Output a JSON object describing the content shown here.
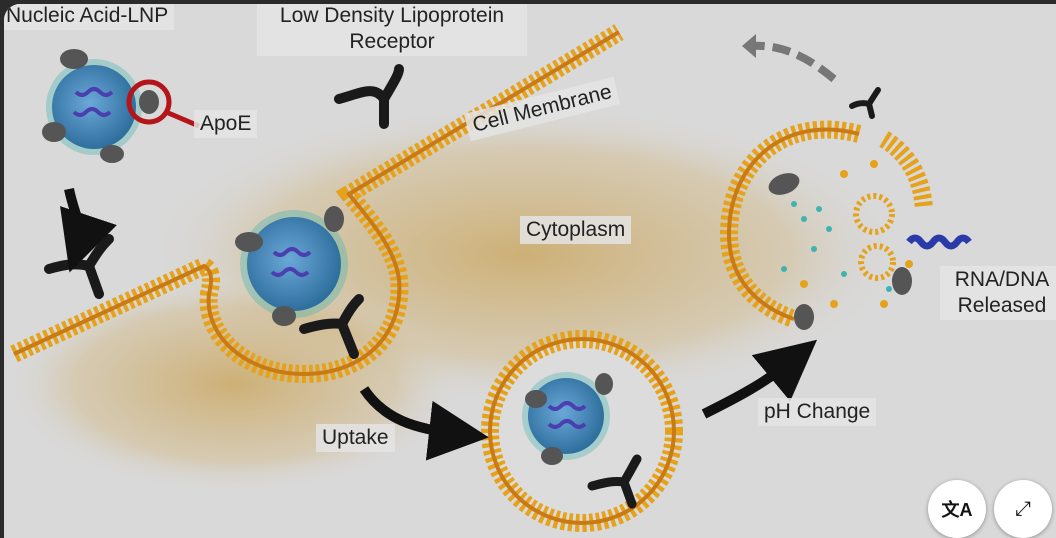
{
  "labels": {
    "nucleic_acid_lnp": "Nucleic Acid-LNP",
    "ldl_receptor_line1": "Low Density Lipoprotein",
    "ldl_receptor_line2": "Receptor",
    "apoe": "ApoE",
    "cell_membrane": "Cell Membrane",
    "cytoplasm": "Cytoplasm",
    "uptake": "Uptake",
    "ph_change": "pH Change",
    "rna_dna_line1": "RNA/DNA",
    "rna_dna_line2": "Released"
  },
  "controls": {
    "translate_icon": "translate-icon",
    "expand_icon": "expand-icon"
  },
  "colors": {
    "membrane": "#e0a11b",
    "membrane_head": "#d98a0f",
    "lnp_core": "#3f8fc0",
    "lnp_bead": "#3fb3b0",
    "receptor": "#1a1a1a",
    "apoe_ring": "#b3151a",
    "cytoplasm": "#c9a255",
    "rna": "#2a3aa8"
  }
}
